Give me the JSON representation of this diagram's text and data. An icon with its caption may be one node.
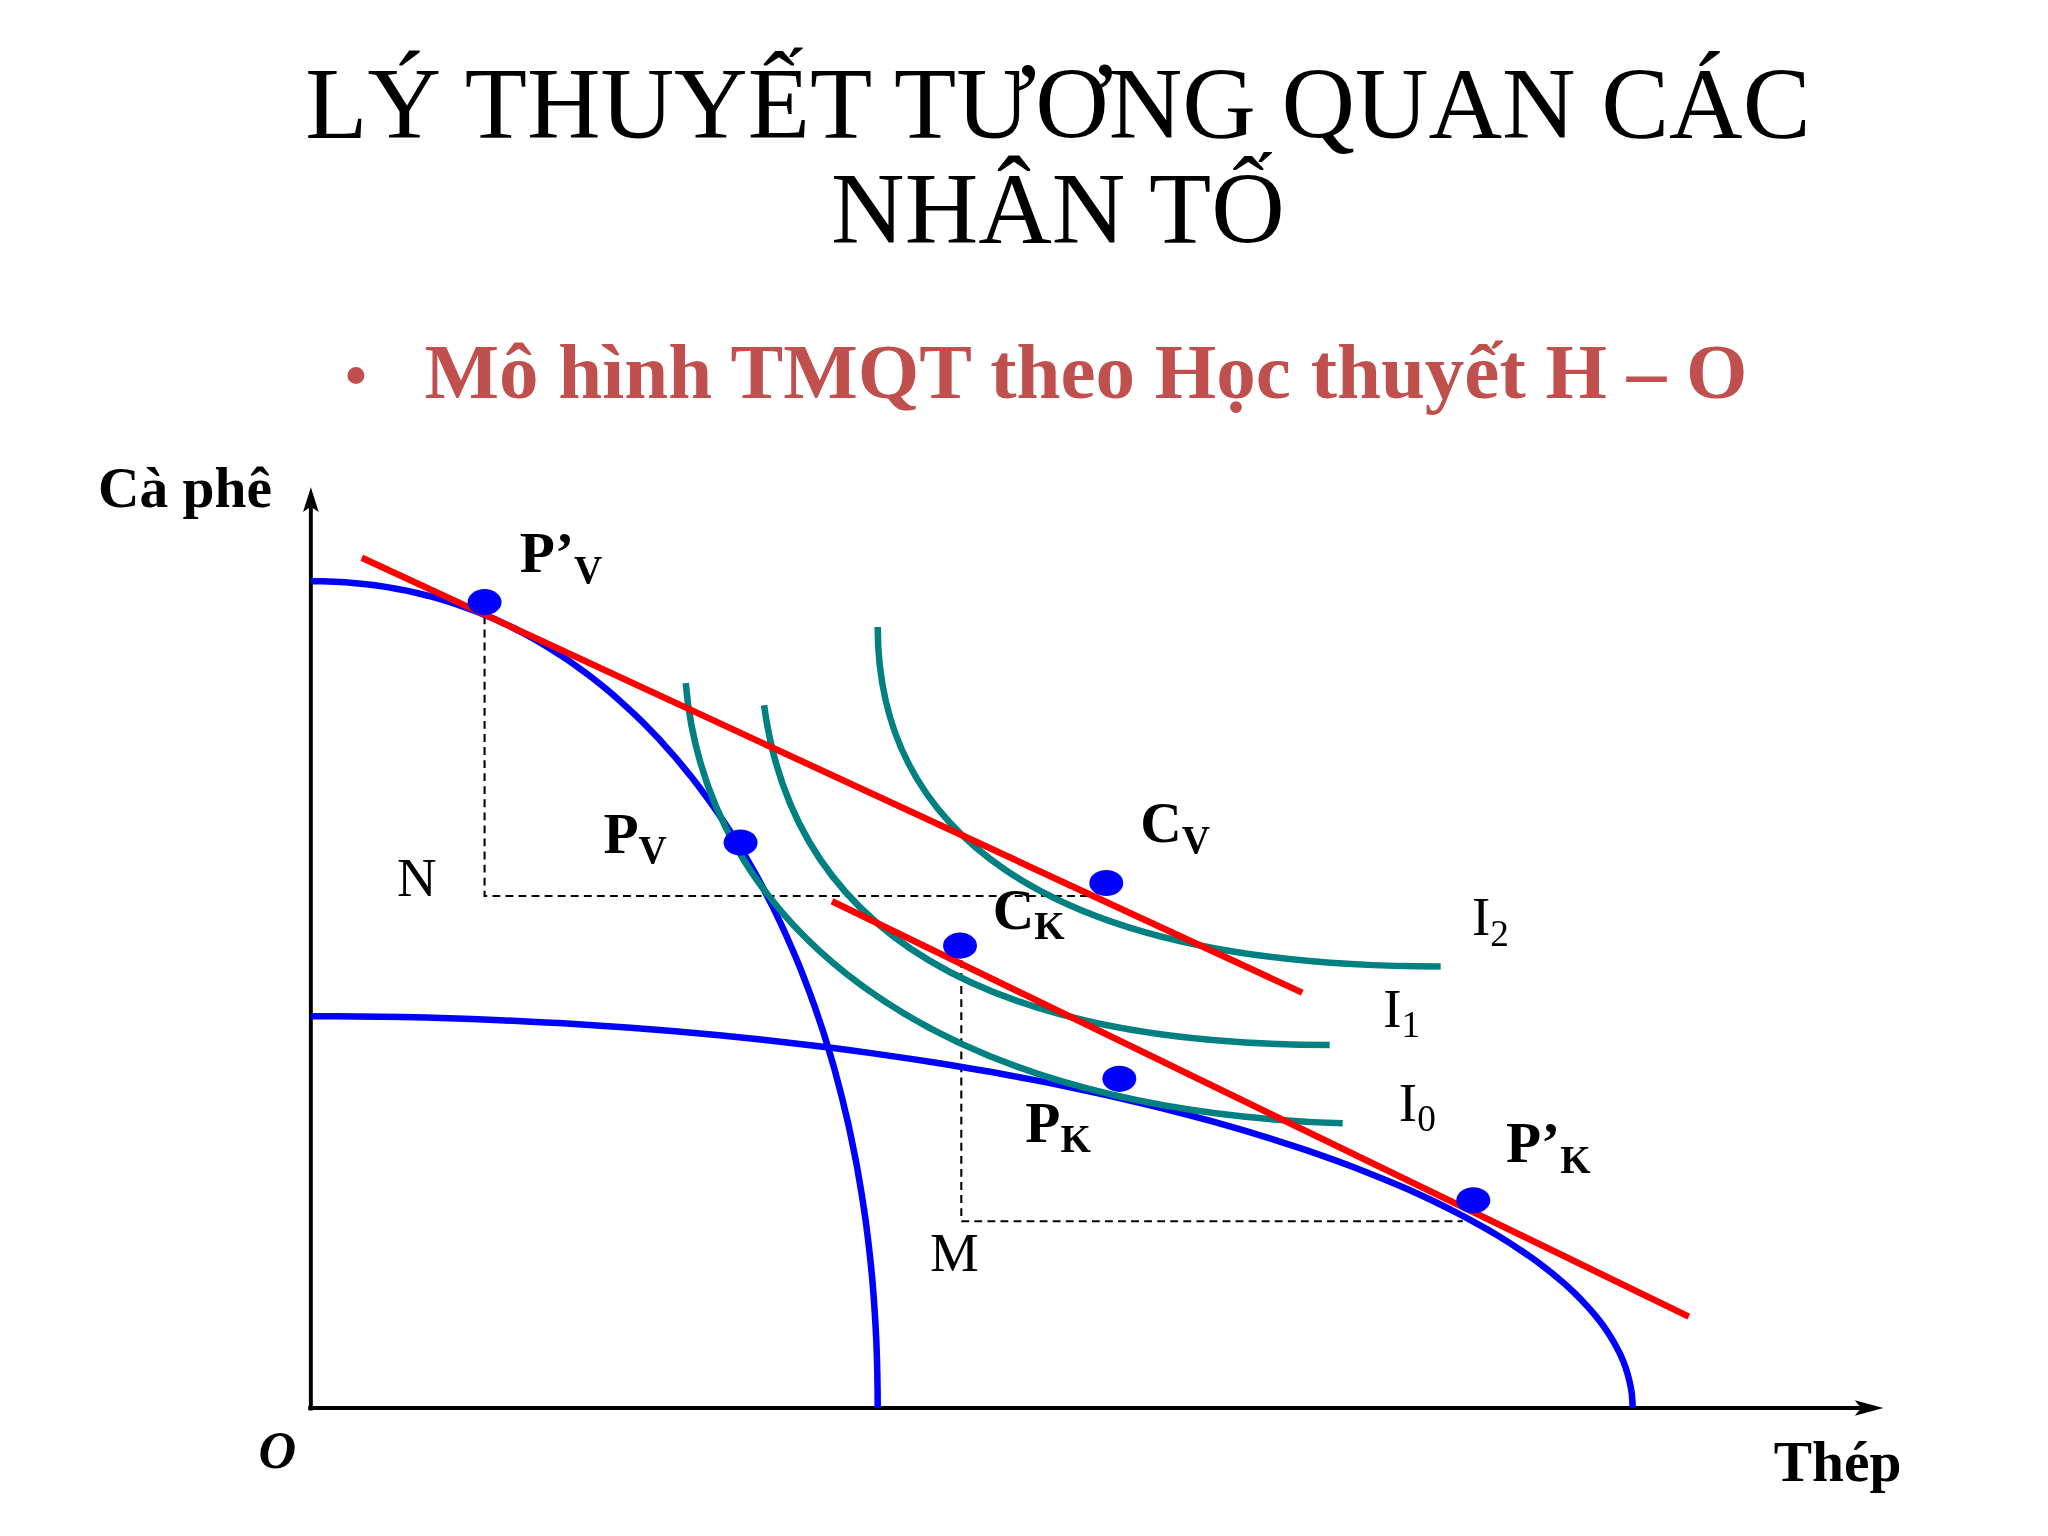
{
  "diagram": {
    "title": "LÝ THUYẾT TƯƠNG QUAN CÁC NHÂN TỐ",
    "labels": [
      "Mô hình TMQT theo Học thuyết H – O",
      "Cà phê",
      "P’$_{V}$",
      "P$_{V}$",
      "C$_{V}$",
      "N",
      "C$_{K}$",
      "I$_{2}$",
      "I$_{1}$",
      "P$_{K}$",
      "I$_{0}$",
      "P’$_{K}$",
      "M",
      "O",
      "Thép"
    ]
  }
}
